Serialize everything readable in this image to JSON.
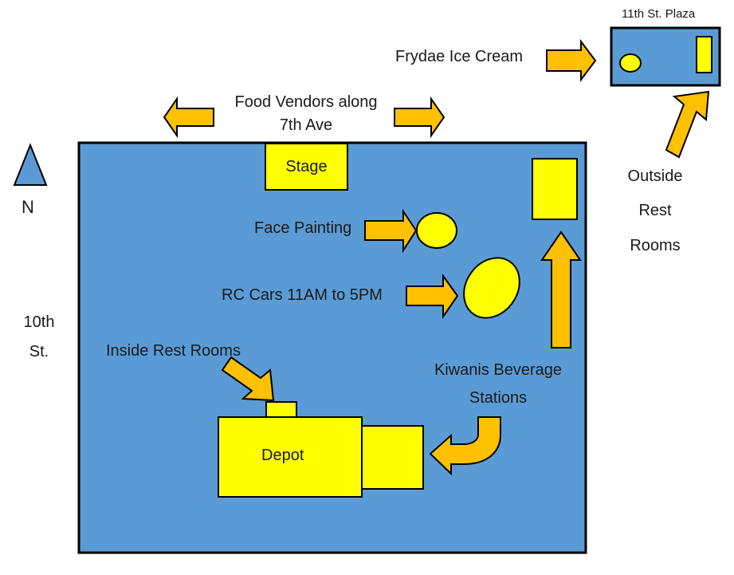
{
  "colors": {
    "park": "#5b9bd5",
    "feature": "#ffff00",
    "arrow": "#ffc000",
    "outline": "#000000"
  },
  "labels": {
    "plaza": "11th St. Plaza",
    "ice_cream": "Frydae Ice Cream",
    "food_vendors_line1": "Food Vendors along",
    "food_vendors_line2": "7th Ave",
    "north": "N",
    "street_left_line1": "10th",
    "street_left_line2": "St.",
    "outside_rest_line1": "Outside",
    "outside_rest_line2": "Rest",
    "outside_rest_line3": "Rooms",
    "stage": "Stage",
    "face_painting": "Face Painting",
    "rc_cars": "RC Cars 11AM to 5PM",
    "inside_rest": "Inside Rest Rooms",
    "kiwanis_line1": "Kiwanis Beverage",
    "kiwanis_line2": "Stations",
    "depot": "Depot"
  },
  "icons": {
    "north": "north-arrow-triangle-icon",
    "arrow": "block-arrow-icon",
    "u_turn": "u-turn-arrow-icon"
  }
}
